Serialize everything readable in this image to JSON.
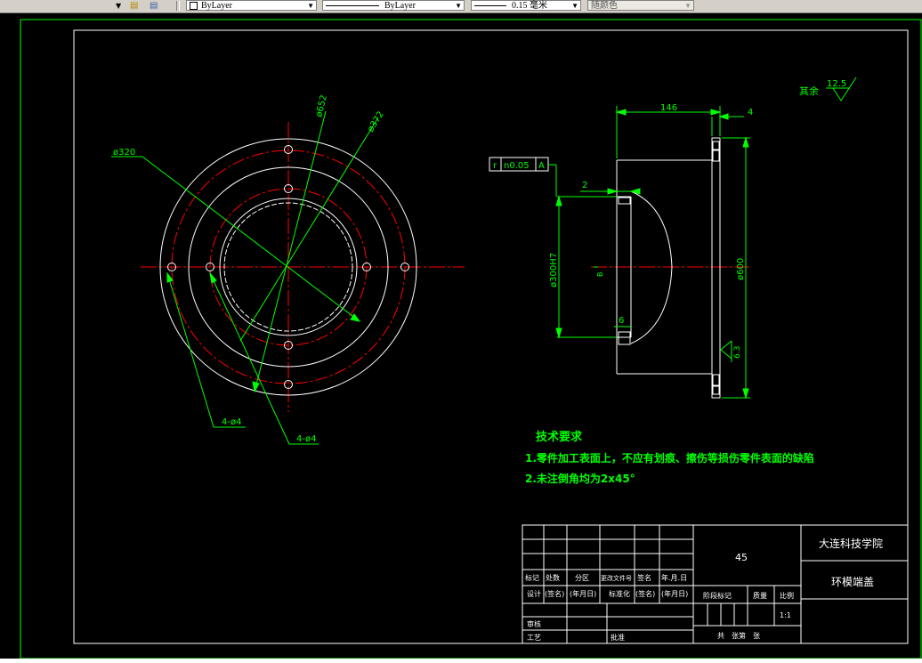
{
  "toolbar": {
    "layer_combo": "ByLayer",
    "linetype_combo": "ByLayer",
    "lineweight_combo": "0.15 毫米",
    "color_combo": "随颜色"
  },
  "drawing": {
    "front_labels": {
      "d320": "ø320",
      "d652": "ø652",
      "d372": "ø372",
      "holes_a": "4-ø4",
      "holes_b": "4-ø4"
    },
    "side_labels": {
      "dim_146": "146",
      "dim_4": "4",
      "dim_2": "2",
      "dim_6": "6",
      "d300h7": "ø300H7",
      "d600": "ø600",
      "datum_b": "B",
      "roughness_63": "6.3"
    },
    "tolerance_frame": {
      "symbol": "r",
      "value": "n0.05",
      "datum": "A"
    },
    "roughness_note": {
      "prefix": "其余",
      "value": "12.5"
    },
    "tech_requirements": {
      "title": "技术要求",
      "line1": "1.零件加工表面上，不应有划痕、擦伤等损伤零件表面的缺陷",
      "line2": "2.未注倒角均为2x45°"
    },
    "title_block": {
      "material": "45",
      "school": "大连科技学院",
      "part_name": "环模端盖",
      "h_mark": "标记",
      "h_count": "处数",
      "h_zone": "分区",
      "h_docno": "更改文件号",
      "h_sign": "签名",
      "h_date": "年.月.日",
      "r_design": "设计",
      "r_sign1": "(签名)",
      "r_date1": "(年月日)",
      "r_std": "标准化",
      "r_sign2": "(签名)",
      "r_date2": "(年月日)",
      "stage": "阶段标记",
      "weight": "质量",
      "scale_lbl": "比例",
      "scale_val": "1:1",
      "review": "审核",
      "process": "工艺",
      "approve": "批准",
      "sheets": "共　张第　张"
    }
  },
  "colors": {
    "background": "#000000",
    "geometry": "#ffffff",
    "dimension": "#00ff00",
    "centerline": "#ff0000",
    "frame": "#ffffff"
  }
}
